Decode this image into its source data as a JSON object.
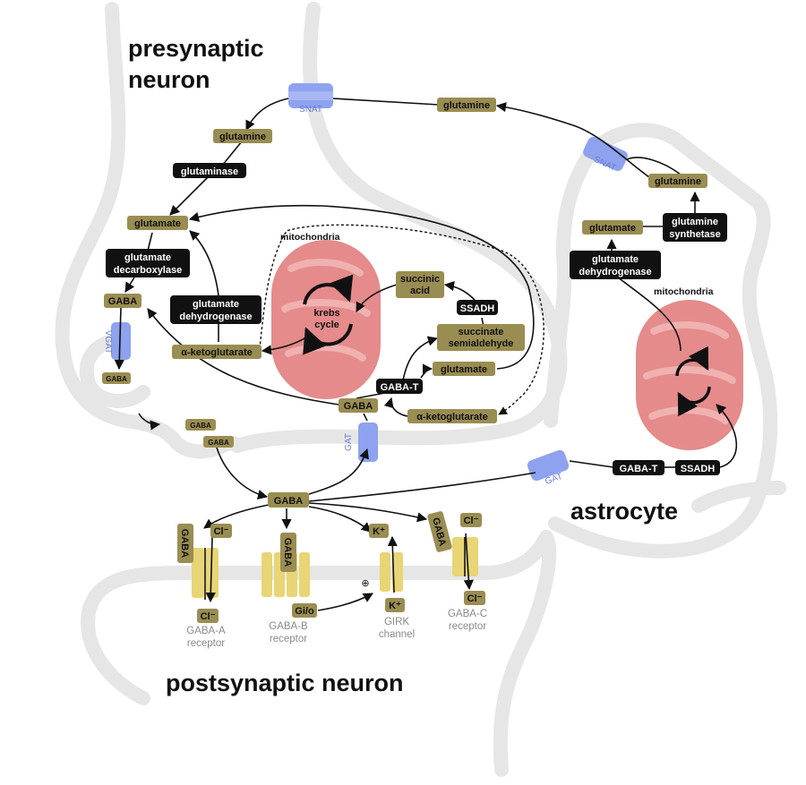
{
  "regions": {
    "presynaptic": [
      "presynaptic",
      "neuron"
    ],
    "astrocyte": "astrocyte",
    "postsynaptic": "postsynaptic neuron"
  },
  "mitochondria_labels": {
    "neuron": "mitochondria",
    "astrocyte": "mitochondria"
  },
  "krebs": [
    "krebs",
    "cycle"
  ],
  "transporters": {
    "snat_top": "SNAT",
    "snat_astro": "SNAT",
    "vgat": "VGAT",
    "gat_neuron": "GAT",
    "gat_astro": "GAT"
  },
  "molecules": {
    "glutamine_neuron": "glutamine",
    "glutamine_top": "glutamine",
    "glutamine_astro": "glutamine",
    "glutamate_neuron": "glutamate",
    "glutamate_astro": "glutamate",
    "gaba_neuron": "GABA",
    "gaba_vesicle": "GABA",
    "gaba_cleft1": "GABA",
    "gaba_cleft2": "GABA",
    "gaba_center": "GABA",
    "gaba_reuptake": "GABA",
    "akg_left": "α-ketoglutarate",
    "succinic_acid": [
      "succinic",
      "acid"
    ],
    "succinate_semialdehyde": [
      "succinate",
      "semialdehyde"
    ],
    "glutamate_mid": "glutamate",
    "akg_right": "α-ketoglutarate",
    "gaba_a_ligand": "GABA",
    "gaba_b_ligand": "GABA",
    "gaba_c_ligand": "GABA",
    "cl_a_top": "Cl⁻",
    "cl_a_bottom": "Cl⁻",
    "cl_c_top": "Cl⁻",
    "cl_c_bottom": "Cl⁻",
    "k_top": "K⁺",
    "k_bottom": "K⁺",
    "gio": "Gi/o"
  },
  "enzymes": {
    "glutaminase": "glutaminase",
    "gad": [
      "glutamate",
      "decarboxylase"
    ],
    "gdh_neuron": [
      "glutamate",
      "dehydrogenase"
    ],
    "ssadh_neuron": "SSADH",
    "gaba_t_neuron": "GABA-T",
    "glutamine_synthetase": [
      "glutamine",
      "synthetase"
    ],
    "gdh_astro": [
      "glutamate",
      "dehydrogenase"
    ],
    "gaba_t_astro": "GABA-T",
    "ssadh_astro": "SSADH"
  },
  "receptors": {
    "gaba_a": [
      "GABA-A",
      "receptor"
    ],
    "gaba_b": [
      "GABA-B",
      "receptor"
    ],
    "girk": [
      "GIRK",
      "channel"
    ],
    "gaba_c": [
      "GABA-C",
      "receptor"
    ]
  },
  "plus_sign": "⊕",
  "colors": {
    "molecule": "#9a8d52",
    "enzyme": "#111111",
    "membrane": "#e6e6e6",
    "mitochondrion": "#e58b8b",
    "mitochondrion_inner": "#f0b1b1",
    "transporter": "#8ea2ef",
    "receptor": "#e8d575"
  }
}
